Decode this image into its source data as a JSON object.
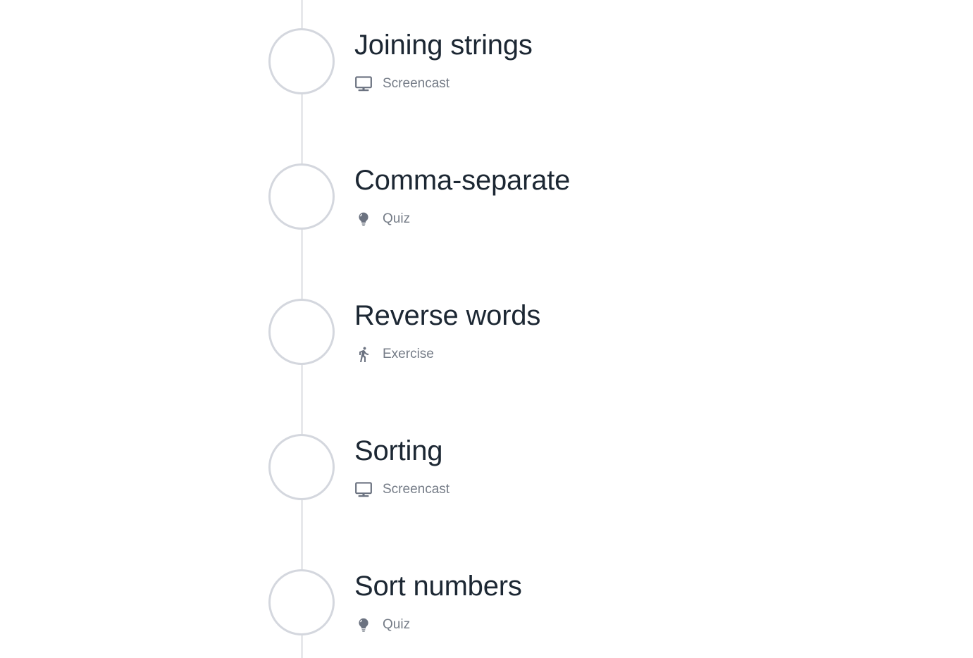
{
  "timeline": {
    "items": [
      {
        "title": "Joining strings",
        "type": "Screencast",
        "icon": "screencast-icon"
      },
      {
        "title": "Comma-separate",
        "type": "Quiz",
        "icon": "quiz-icon"
      },
      {
        "title": "Reverse words",
        "type": "Exercise",
        "icon": "exercise-icon"
      },
      {
        "title": "Sorting",
        "type": "Screencast",
        "icon": "screencast-icon"
      },
      {
        "title": "Sort numbers",
        "type": "Quiz",
        "icon": "quiz-icon"
      }
    ],
    "colors": {
      "line": "#e7e8eb",
      "circle_border": "#d4d7de",
      "title_text": "#1c2733",
      "meta_text": "#757c87",
      "icon": "#6b7280"
    }
  }
}
